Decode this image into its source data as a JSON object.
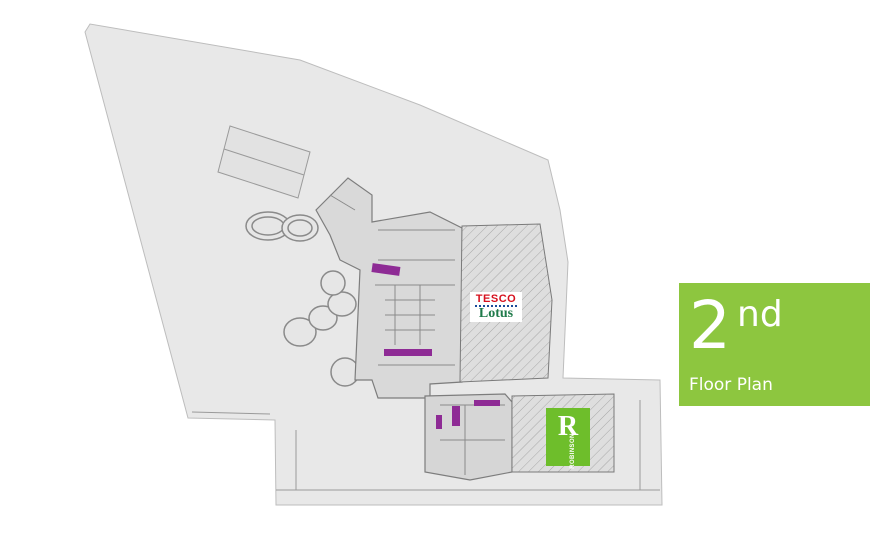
{
  "floor_badge": {
    "number": "2",
    "suffix": "nd",
    "title": "Floor Plan",
    "color": "#8dc63f"
  },
  "tenants": {
    "tesco": {
      "line1": "TESCO",
      "line2": "Lotus"
    },
    "robinson": {
      "mark": "R",
      "name": "ROBINSON"
    }
  },
  "colors": {
    "site": "#e8e8e8",
    "building": "#d9d9d9",
    "highlight": "#8e2b95",
    "robinson_green": "#6ebe2b",
    "tesco_red": "#d6111e"
  }
}
